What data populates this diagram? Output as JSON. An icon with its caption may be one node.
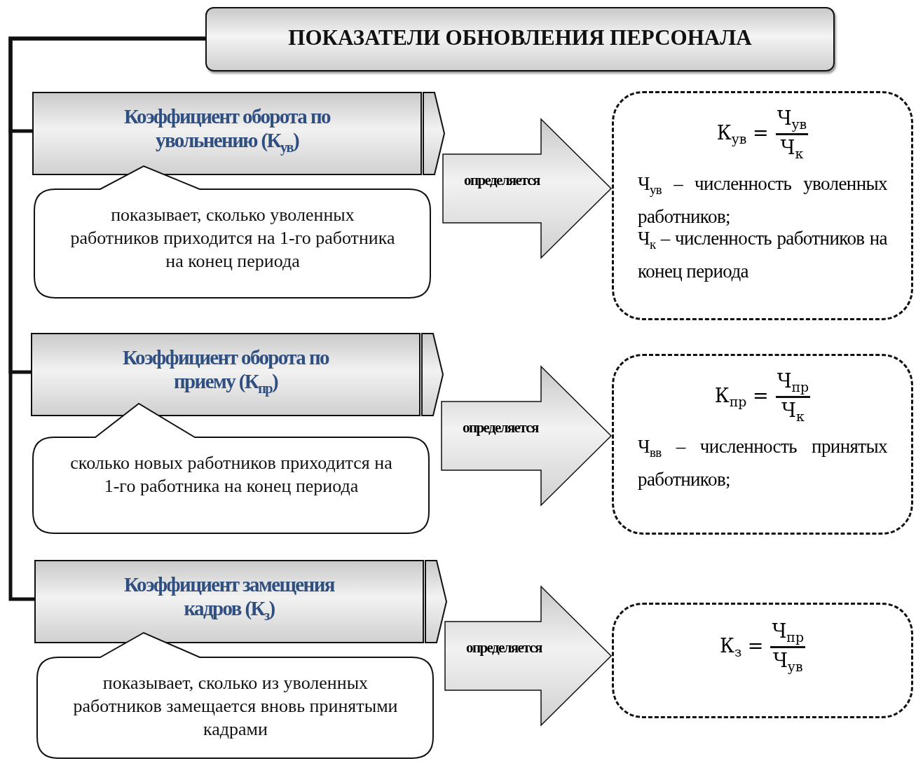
{
  "diagram": {
    "nodes": [
      {
        "text": [
          "ПОКАЗАТЕЛИ ОБНОВЛЕНИЯ ПЕРСОНАЛА"
        ]
      },
      {
        "text": [
          "Коэффициент оборота по увольнению (К$_{ув}$)"
        ]
      },
      {
        "text": [
          "показывает, сколько уволенных работников приходится на 1-го работника на конец периода"
        ]
      },
      {
        "text": [
          "К$_{ув}$ =",
          "Ч$_{ув}$",
          "Ч$_{к}$",
          "Ч$_{ув}$ – численность уволенных работников;",
          "Ч$_{к}$ – численность работников на конец периода"
        ]
      },
      {
        "text": [
          "Коэффициент оборота по приему (К$_{пр}$)"
        ]
      },
      {
        "text": [
          "сколько новых работников приходится на 1-го работника на конец периода"
        ]
      },
      {
        "text": [
          "К$_{пр}$ =",
          "Ч$_{пр}$",
          "Ч$_{к}$",
          "Ч$_{вв}$ – численность принятых работников;"
        ]
      },
      {
        "text": [
          "Коэффициент замещения кадров (К$_{з}$)"
        ]
      },
      {
        "text": [
          "показывает, сколько из уволенных работников замещается вновь принятыми кадрами"
        ]
      },
      {
        "text": [
          "К$_{з}$ =",
          "Ч$_{пр}$",
          "Ч$_{ув}$"
        ]
      }
    ],
    "edges": [
      {
        "from": 0,
        "to": 1,
        "arrow": "none"
      },
      {
        "from": 0,
        "to": 4,
        "arrow": "none"
      },
      {
        "from": 0,
        "to": 7,
        "arrow": "none"
      },
      {
        "from": 1,
        "to": 3,
        "arrow": "to",
        "label": "определяется"
      },
      {
        "from": 4,
        "to": 6,
        "arrow": "to",
        "label": "определяется"
      },
      {
        "from": 7,
        "to": 9,
        "arrow": "to",
        "label": "определяется"
      }
    ]
  }
}
